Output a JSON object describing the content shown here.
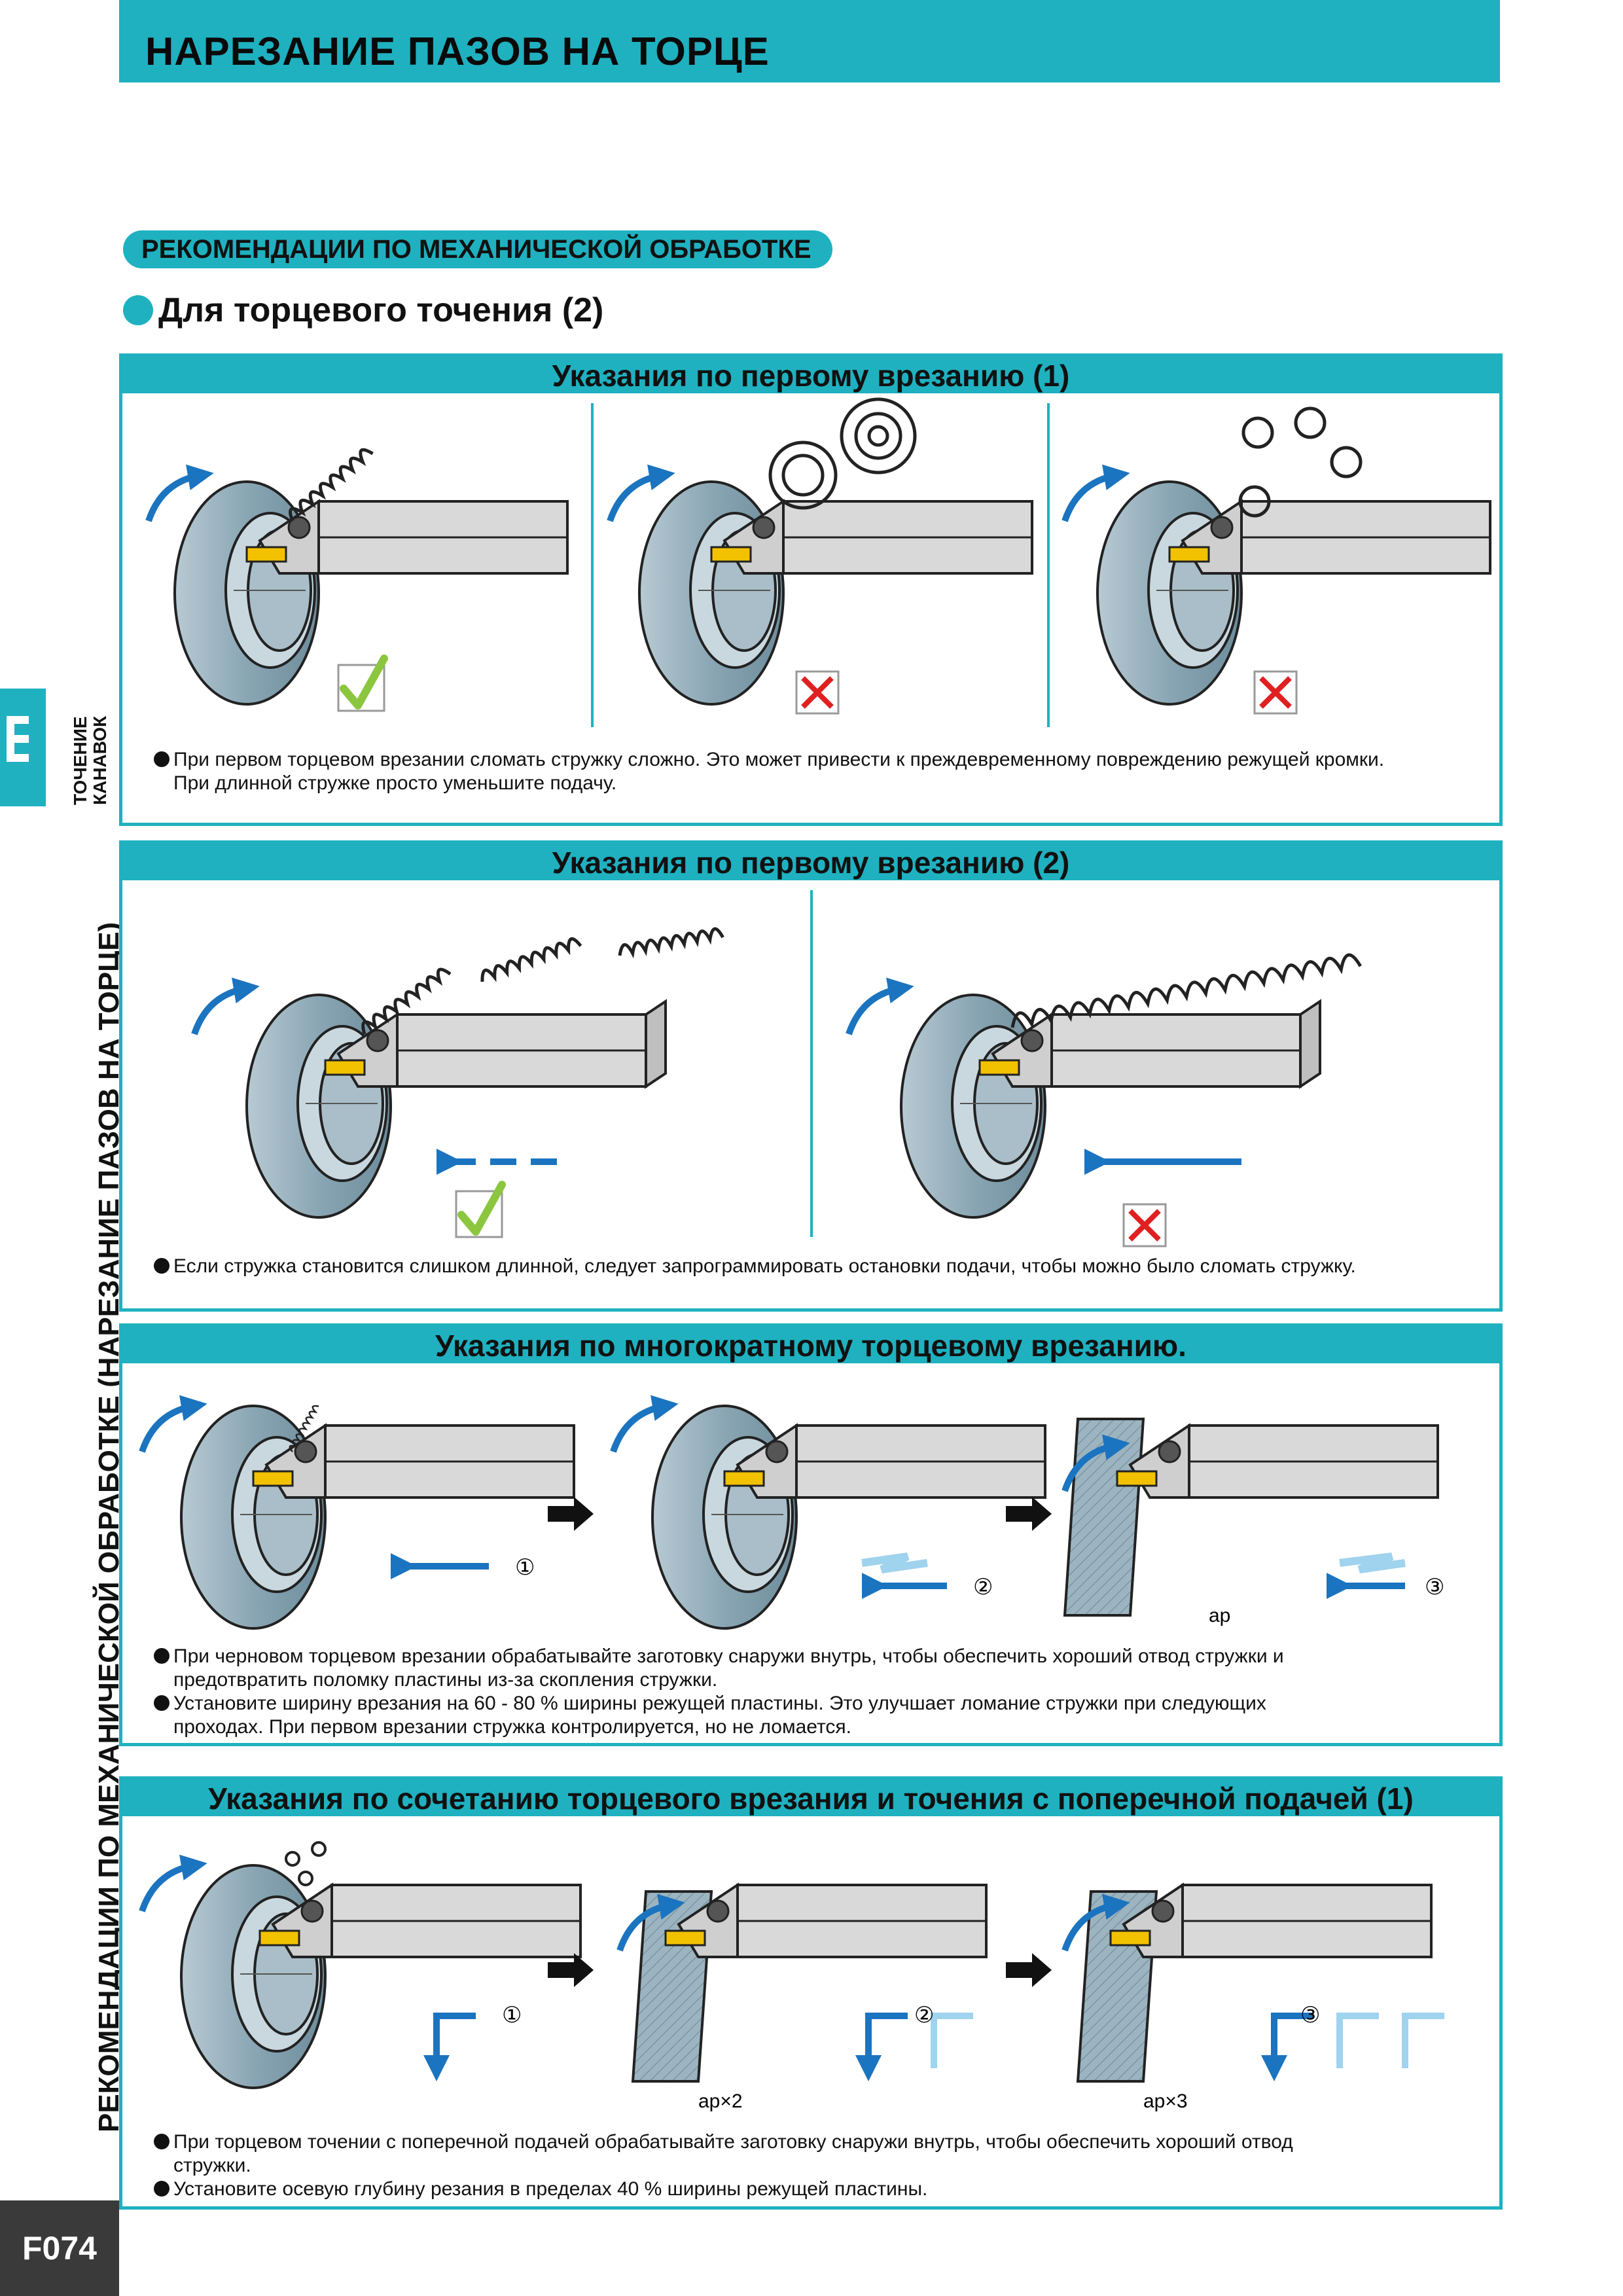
{
  "header": {
    "title": "НАРЕЗАНИЕ ПАЗОВ НА ТОРЦЕ"
  },
  "section_pill": "РЕКОМЕНДАЦИИ ПО МЕХАНИЧЕСКОЙ ОБРАБОТКЕ",
  "subsection": "Для торцевого точения (2)",
  "side": {
    "vertical_title": "РЕКОМЕНДАЦИИ ПО МЕХАНИЧЕСКОЙ ОБРАБОТКЕ (НАРЕЗАНИЕ ПАЗОВ НА ТОРЦЕ)",
    "tab_line1": "ТОЧЕНИЕ",
    "tab_line2": "КАНАВОК",
    "page_number": "F074"
  },
  "panels": [
    {
      "title": "Указания по первому врезанию (1)",
      "notes": [
        "При первом торцевом врезании сломать стружку сложно. Это может привести к преждевременному повреждению режущей кромки.",
        "При длинной стружке просто уменьшите подачу."
      ]
    },
    {
      "title": "Указания по первому врезанию (2)",
      "notes": [
        "Если стружка становится слишком длинной, следует запрограммировать остановки подачи, чтобы можно было сломать стружку."
      ]
    },
    {
      "title": "Указания по многократному торцевому врезанию.",
      "step_labels": [
        "①",
        "②",
        "③"
      ],
      "depth_label": "ap",
      "notes": [
        "При черновом торцевом врезании обрабатывайте заготовку снаружи внутрь, чтобы обеспечить хороший отвод стружки и",
        "предотвратить поломку пластины из-за скопления стружки.",
        "Установите ширину врезания на 60 - 80 % ширины режущей пластины. Это улучшает ломание стружки при следующих",
        "проходах. При первом врезании стружка контролируется, но не ломается."
      ]
    },
    {
      "title": "Указания по сочетанию торцевого врезания и точения с поперечной подачей (1)",
      "step_labels": [
        "①",
        "②",
        "③"
      ],
      "depth_labels": [
        "ap×2",
        "ap×3"
      ],
      "notes": [
        "При торцевом точении с поперечной подачей обрабатывайте заготовку снаружи внутрь, чтобы обеспечить хороший отвод",
        "стружки.",
        "Установите осевую глубину резания в пределах 40 % ширины режущей пластины."
      ]
    }
  ],
  "colors": {
    "accent": "#1fb1c0",
    "arrow_blue": "#1b74bf",
    "light_blue": "#9fd3ee",
    "workpiece": "#8aa6b4",
    "check_green": "#8cc63f",
    "cross_red": "#e02020",
    "insert_yellow": "#f2c200"
  }
}
